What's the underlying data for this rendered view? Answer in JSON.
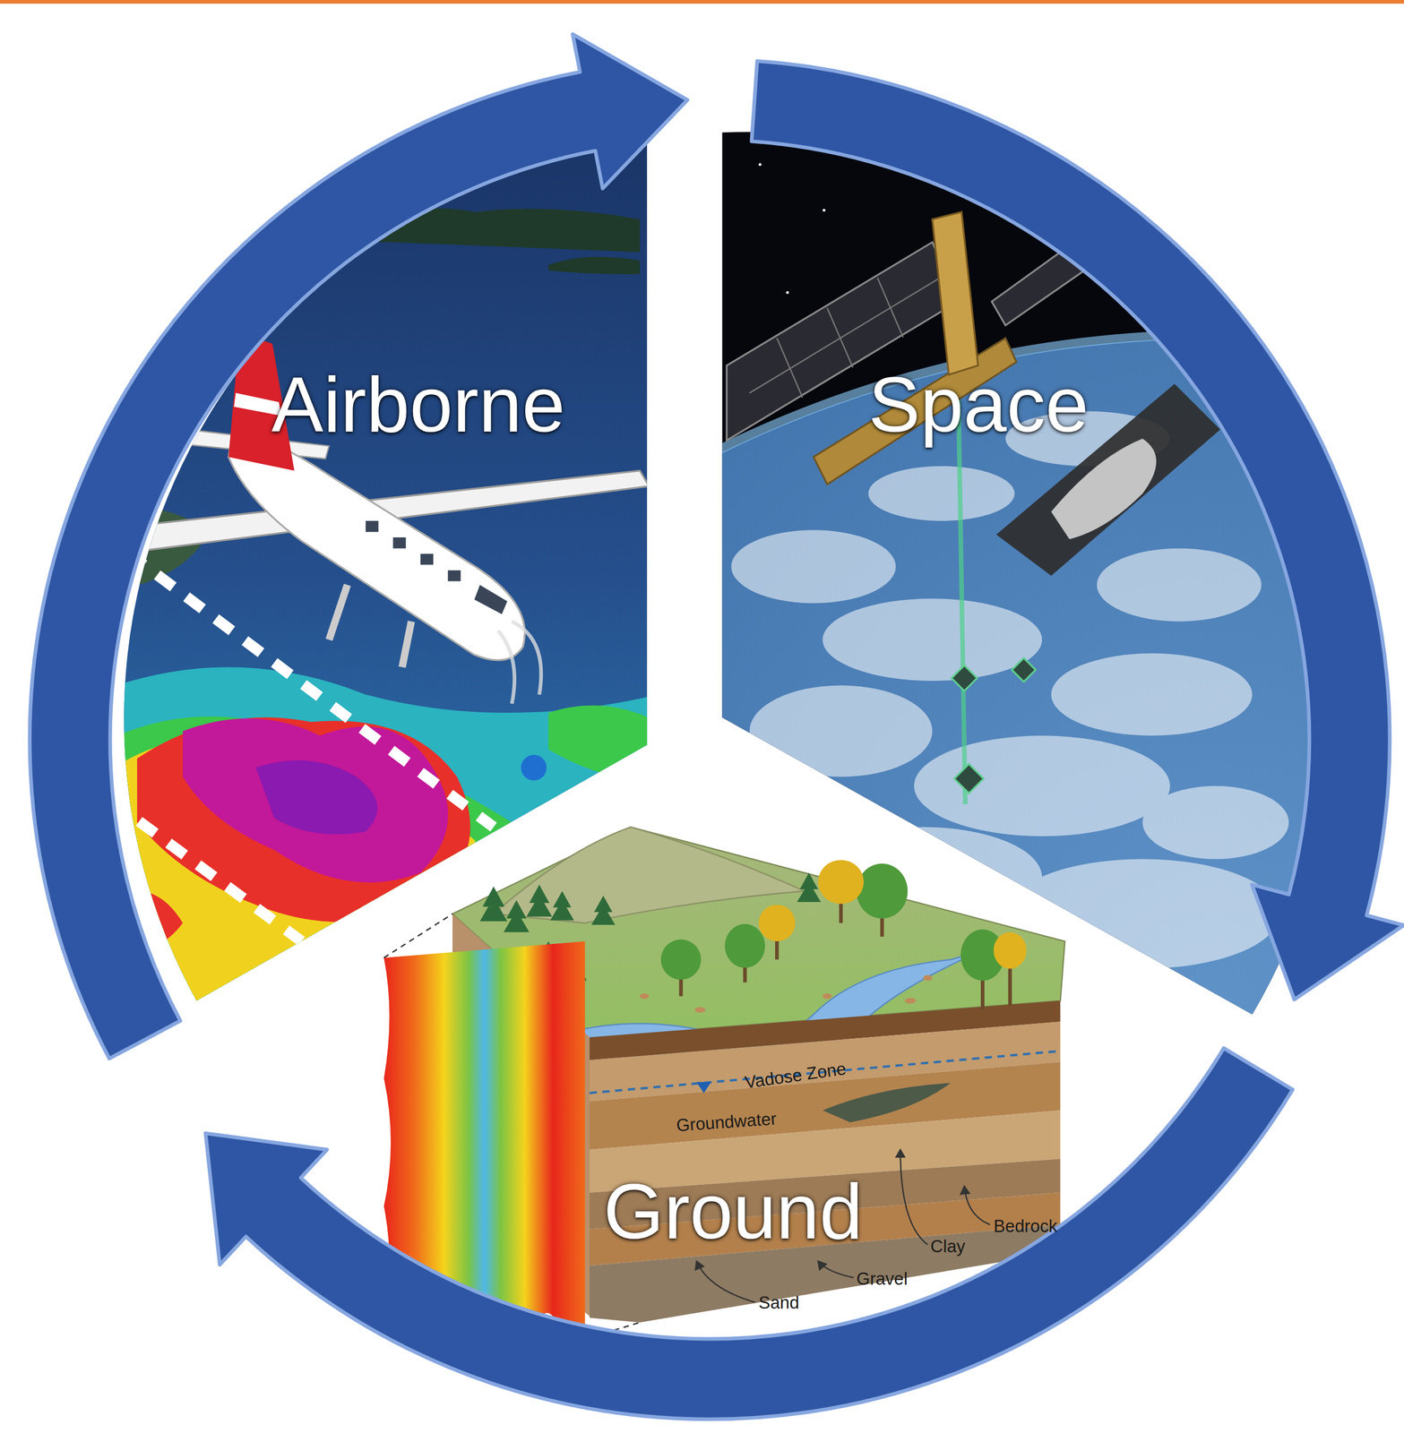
{
  "diagram": {
    "nodes": [
      {
        "text": [
          "Airborne"
        ]
      },
      {
        "text": [
          "Space"
        ]
      },
      {
        "text": [
          "Ground"
        ]
      }
    ],
    "edges": [
      {
        "from": 0,
        "to": 1,
        "arrow": "to"
      },
      {
        "from": 1,
        "to": 2,
        "arrow": "to"
      },
      {
        "from": 2,
        "to": 0,
        "arrow": "to"
      }
    ],
    "labels": [
      "Vadose Zone",
      "Groundwater",
      "Sand",
      "Gravel",
      "Clay",
      "Bedrock"
    ]
  }
}
